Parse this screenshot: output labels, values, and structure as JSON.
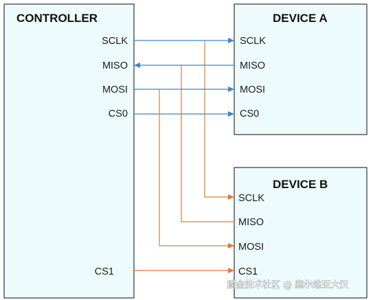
{
  "colors": {
    "background": "#ffffff",
    "box_fill": "#eefbfd",
    "box_border": "#2f3336",
    "device_a_wires": "#3f86c4",
    "device_b_wires": "#e07a36",
    "text": "#1a1a1a"
  },
  "controller": {
    "title": "CONTROLLER",
    "pins": [
      "SCLK",
      "MISO",
      "MOSI",
      "CS0",
      "CS1"
    ]
  },
  "device_a": {
    "title": "DEVICE A",
    "pins": [
      "SCLK",
      "MISO",
      "MOSI",
      "CS0"
    ]
  },
  "device_b": {
    "title": "DEVICE B",
    "pins": [
      "SCLK",
      "MISO",
      "MOSI",
      "CS1"
    ]
  },
  "connections": [
    {
      "signal": "SCLK",
      "from": "CONTROLLER",
      "to": "DEVICE A",
      "direction": "to-device"
    },
    {
      "signal": "MISO",
      "from": "DEVICE A",
      "to": "CONTROLLER",
      "direction": "to-controller"
    },
    {
      "signal": "MOSI",
      "from": "CONTROLLER",
      "to": "DEVICE A",
      "direction": "to-device"
    },
    {
      "signal": "CS0",
      "from": "CONTROLLER",
      "to": "DEVICE A",
      "direction": "to-device"
    },
    {
      "signal": "SCLK",
      "from": "CONTROLLER",
      "to": "DEVICE B",
      "direction": "to-device"
    },
    {
      "signal": "MISO",
      "from": "DEVICE B",
      "to": "CONTROLLER",
      "direction": "to-controller"
    },
    {
      "signal": "MOSI",
      "from": "CONTROLLER",
      "to": "DEVICE B",
      "direction": "to-device"
    },
    {
      "signal": "CS1",
      "from": "CONTROLLER",
      "to": "DEVICE B",
      "direction": "to-device"
    }
  ],
  "watermark": "掘金技术社区 @ 塞尔维亚大汉"
}
